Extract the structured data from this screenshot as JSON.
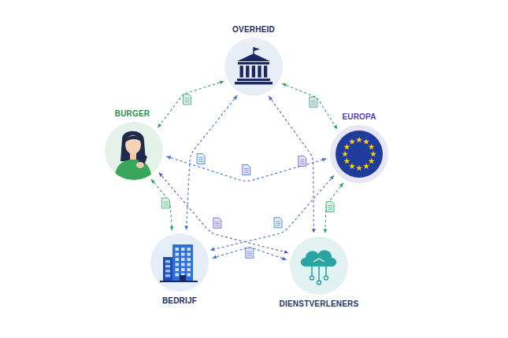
{
  "diagram": {
    "nodes": [
      {
        "text": [
          "OVERHEID"
        ]
      },
      {
        "text": [
          "BURGER"
        ]
      },
      {
        "text": [
          "EUROPA"
        ]
      },
      {
        "text": [
          "BEDRIJF"
        ]
      },
      {
        "text": [
          "DIENSTVERLENERS"
        ]
      }
    ],
    "edges": [
      {
        "from": 0,
        "to": 1,
        "arrow": "both"
      },
      {
        "from": 0,
        "to": 2,
        "arrow": "both"
      },
      {
        "from": 0,
        "to": 3,
        "arrow": "both"
      },
      {
        "from": 0,
        "to": 4,
        "arrow": "both"
      },
      {
        "from": 1,
        "to": 2,
        "arrow": "both"
      },
      {
        "from": 1,
        "to": 3,
        "arrow": "both"
      },
      {
        "from": 1,
        "to": 4,
        "arrow": "both"
      },
      {
        "from": 2,
        "to": 3,
        "arrow": "both"
      },
      {
        "from": 2,
        "to": 4,
        "arrow": "both"
      },
      {
        "from": 3,
        "to": 4,
        "arrow": "both"
      }
    ]
  }
}
